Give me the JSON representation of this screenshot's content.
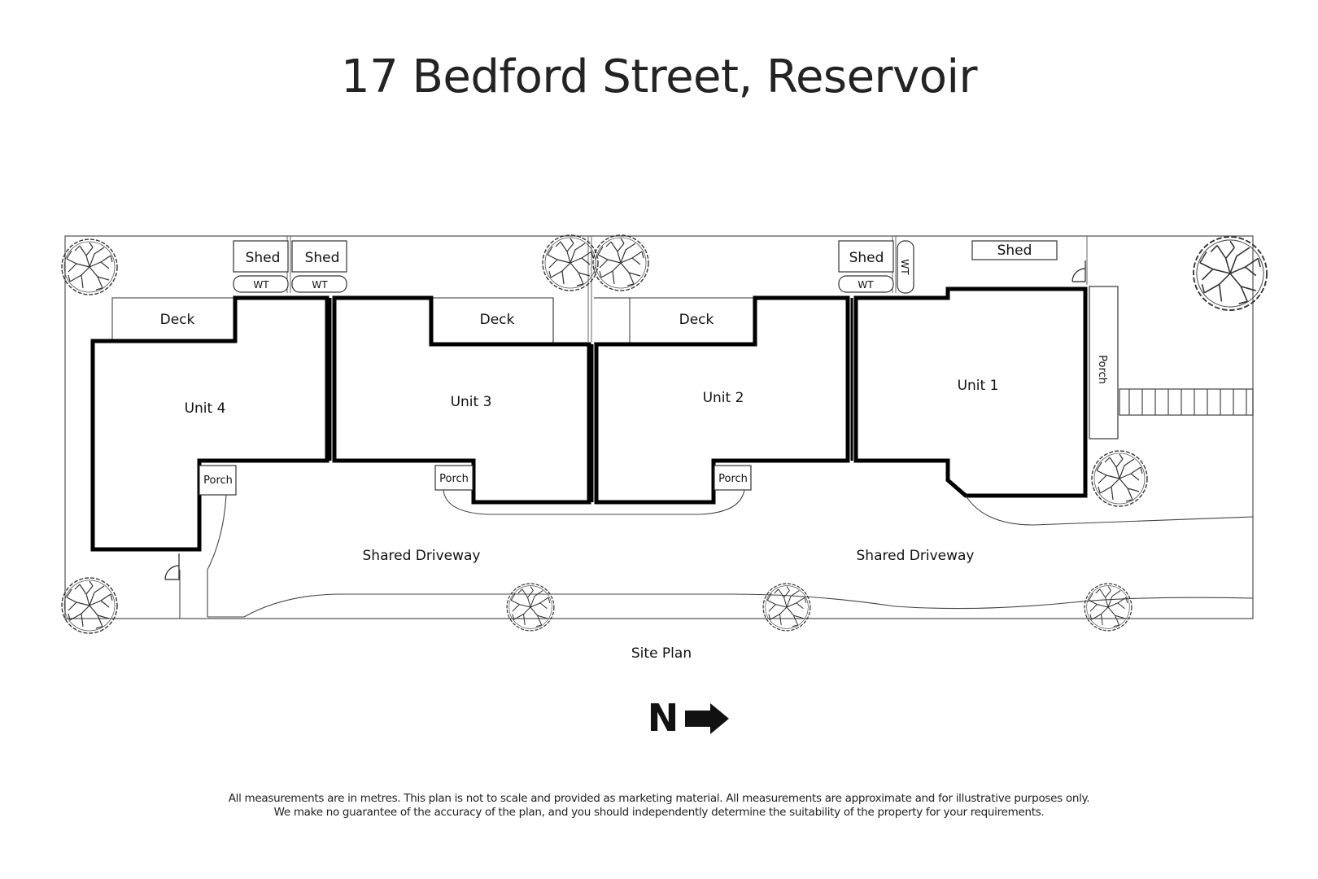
{
  "title": "17 Bedford Street, Reservoir",
  "plan": {
    "units": [
      "Unit 4",
      "Unit 3",
      "Unit 2",
      "Unit 1"
    ],
    "deck_label": "Deck",
    "shed_label": "Shed",
    "wt_label": "WT",
    "porch_label": "Porch",
    "driveway_label": "Shared Driveway",
    "caption": "Site Plan",
    "north_label": "N"
  },
  "disclaimer": [
    "All measurements are in metres. This plan is not to scale and provided as marketing material. All measurements are approximate and for illustrative purposes only.",
    "We make no guarantee of the accuracy of the plan, and you should independently determine the suitability of the property for your requirements."
  ]
}
